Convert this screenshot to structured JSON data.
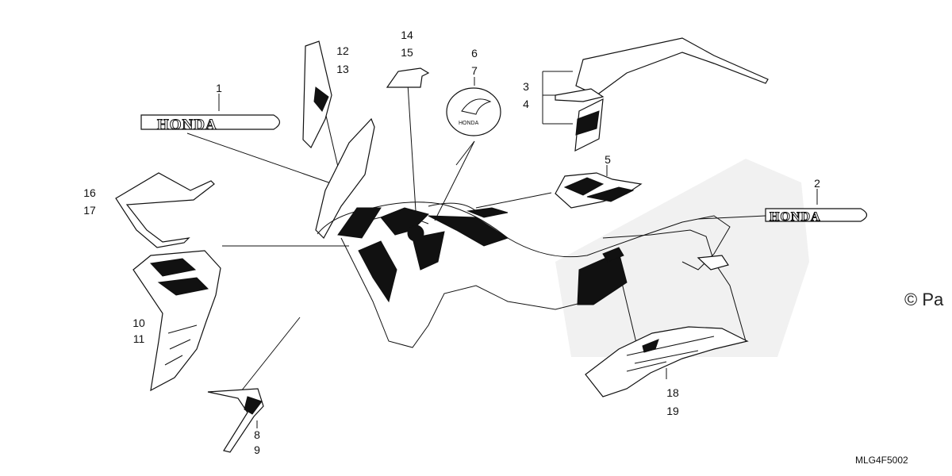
{
  "callouts": [
    {
      "id": "c1",
      "lines": [
        "1"
      ]
    },
    {
      "id": "c2",
      "lines": [
        "2"
      ]
    },
    {
      "id": "c3",
      "lines": [
        "3",
        "4"
      ]
    },
    {
      "id": "c5",
      "lines": [
        "5"
      ]
    },
    {
      "id": "c6",
      "lines": [
        "6",
        "7"
      ]
    },
    {
      "id": "c8",
      "lines": [
        "8",
        "9"
      ]
    },
    {
      "id": "c10",
      "lines": [
        "10",
        "11"
      ]
    },
    {
      "id": "c12",
      "lines": [
        "12",
        "13"
      ]
    },
    {
      "id": "c14",
      "lines": [
        "14",
        "15"
      ]
    },
    {
      "id": "c16",
      "lines": [
        "16",
        "17"
      ]
    },
    {
      "id": "c18",
      "lines": [
        "18",
        "19"
      ]
    }
  ],
  "logos": {
    "honda_left": "HONDA",
    "honda_right": "HONDA",
    "emblem_small": "HONDA"
  },
  "diagram_code": "MLG4F5002",
  "watermark": "© Pa",
  "colors": {
    "ink": "#111111",
    "paper": "#ffffff",
    "shade": "#e6e6e6"
  }
}
